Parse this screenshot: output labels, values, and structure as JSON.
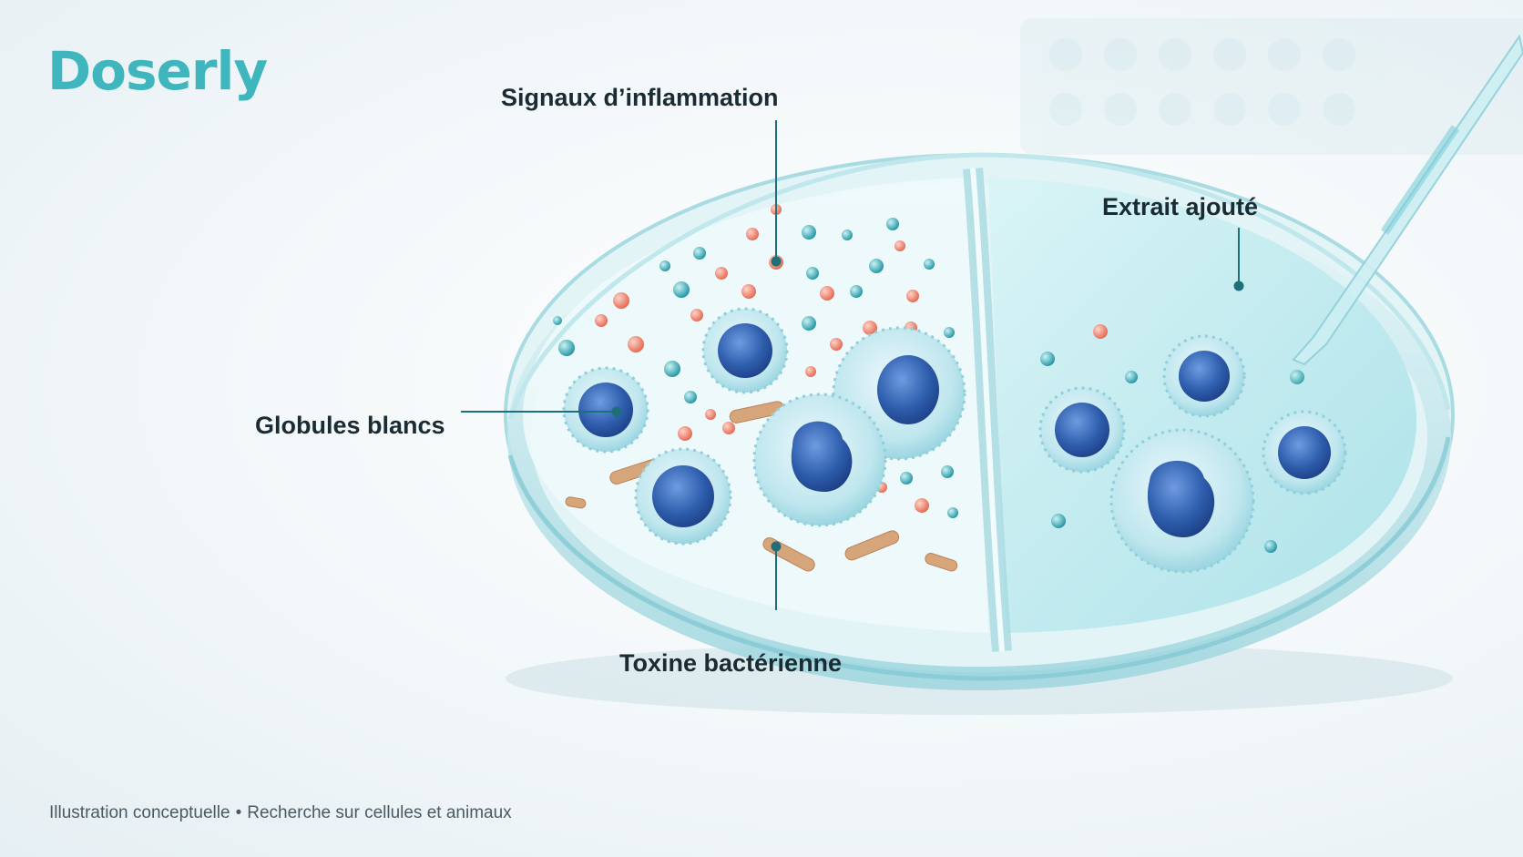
{
  "brand": {
    "name": "Doserly",
    "color": "#3fb6bd"
  },
  "labels": {
    "inflammation": "Signaux d’inflammation",
    "extract": "Extrait ajouté",
    "white_cells": "Globules blancs",
    "toxin": "Toxine bactérienne"
  },
  "caption": {
    "left": "Illustration conceptuelle",
    "separator": "•",
    "right": "Recherche sur cellules et animaux"
  },
  "colors": {
    "leader_line": "#1f6f78",
    "cell_nucleus": "#2f5fae",
    "cell_body": "#bfe6ee",
    "signal_red": "#ee7e6c",
    "signal_teal": "#2fa7b4",
    "toxin": "#d7a57a",
    "medium": "#cdeff3"
  }
}
